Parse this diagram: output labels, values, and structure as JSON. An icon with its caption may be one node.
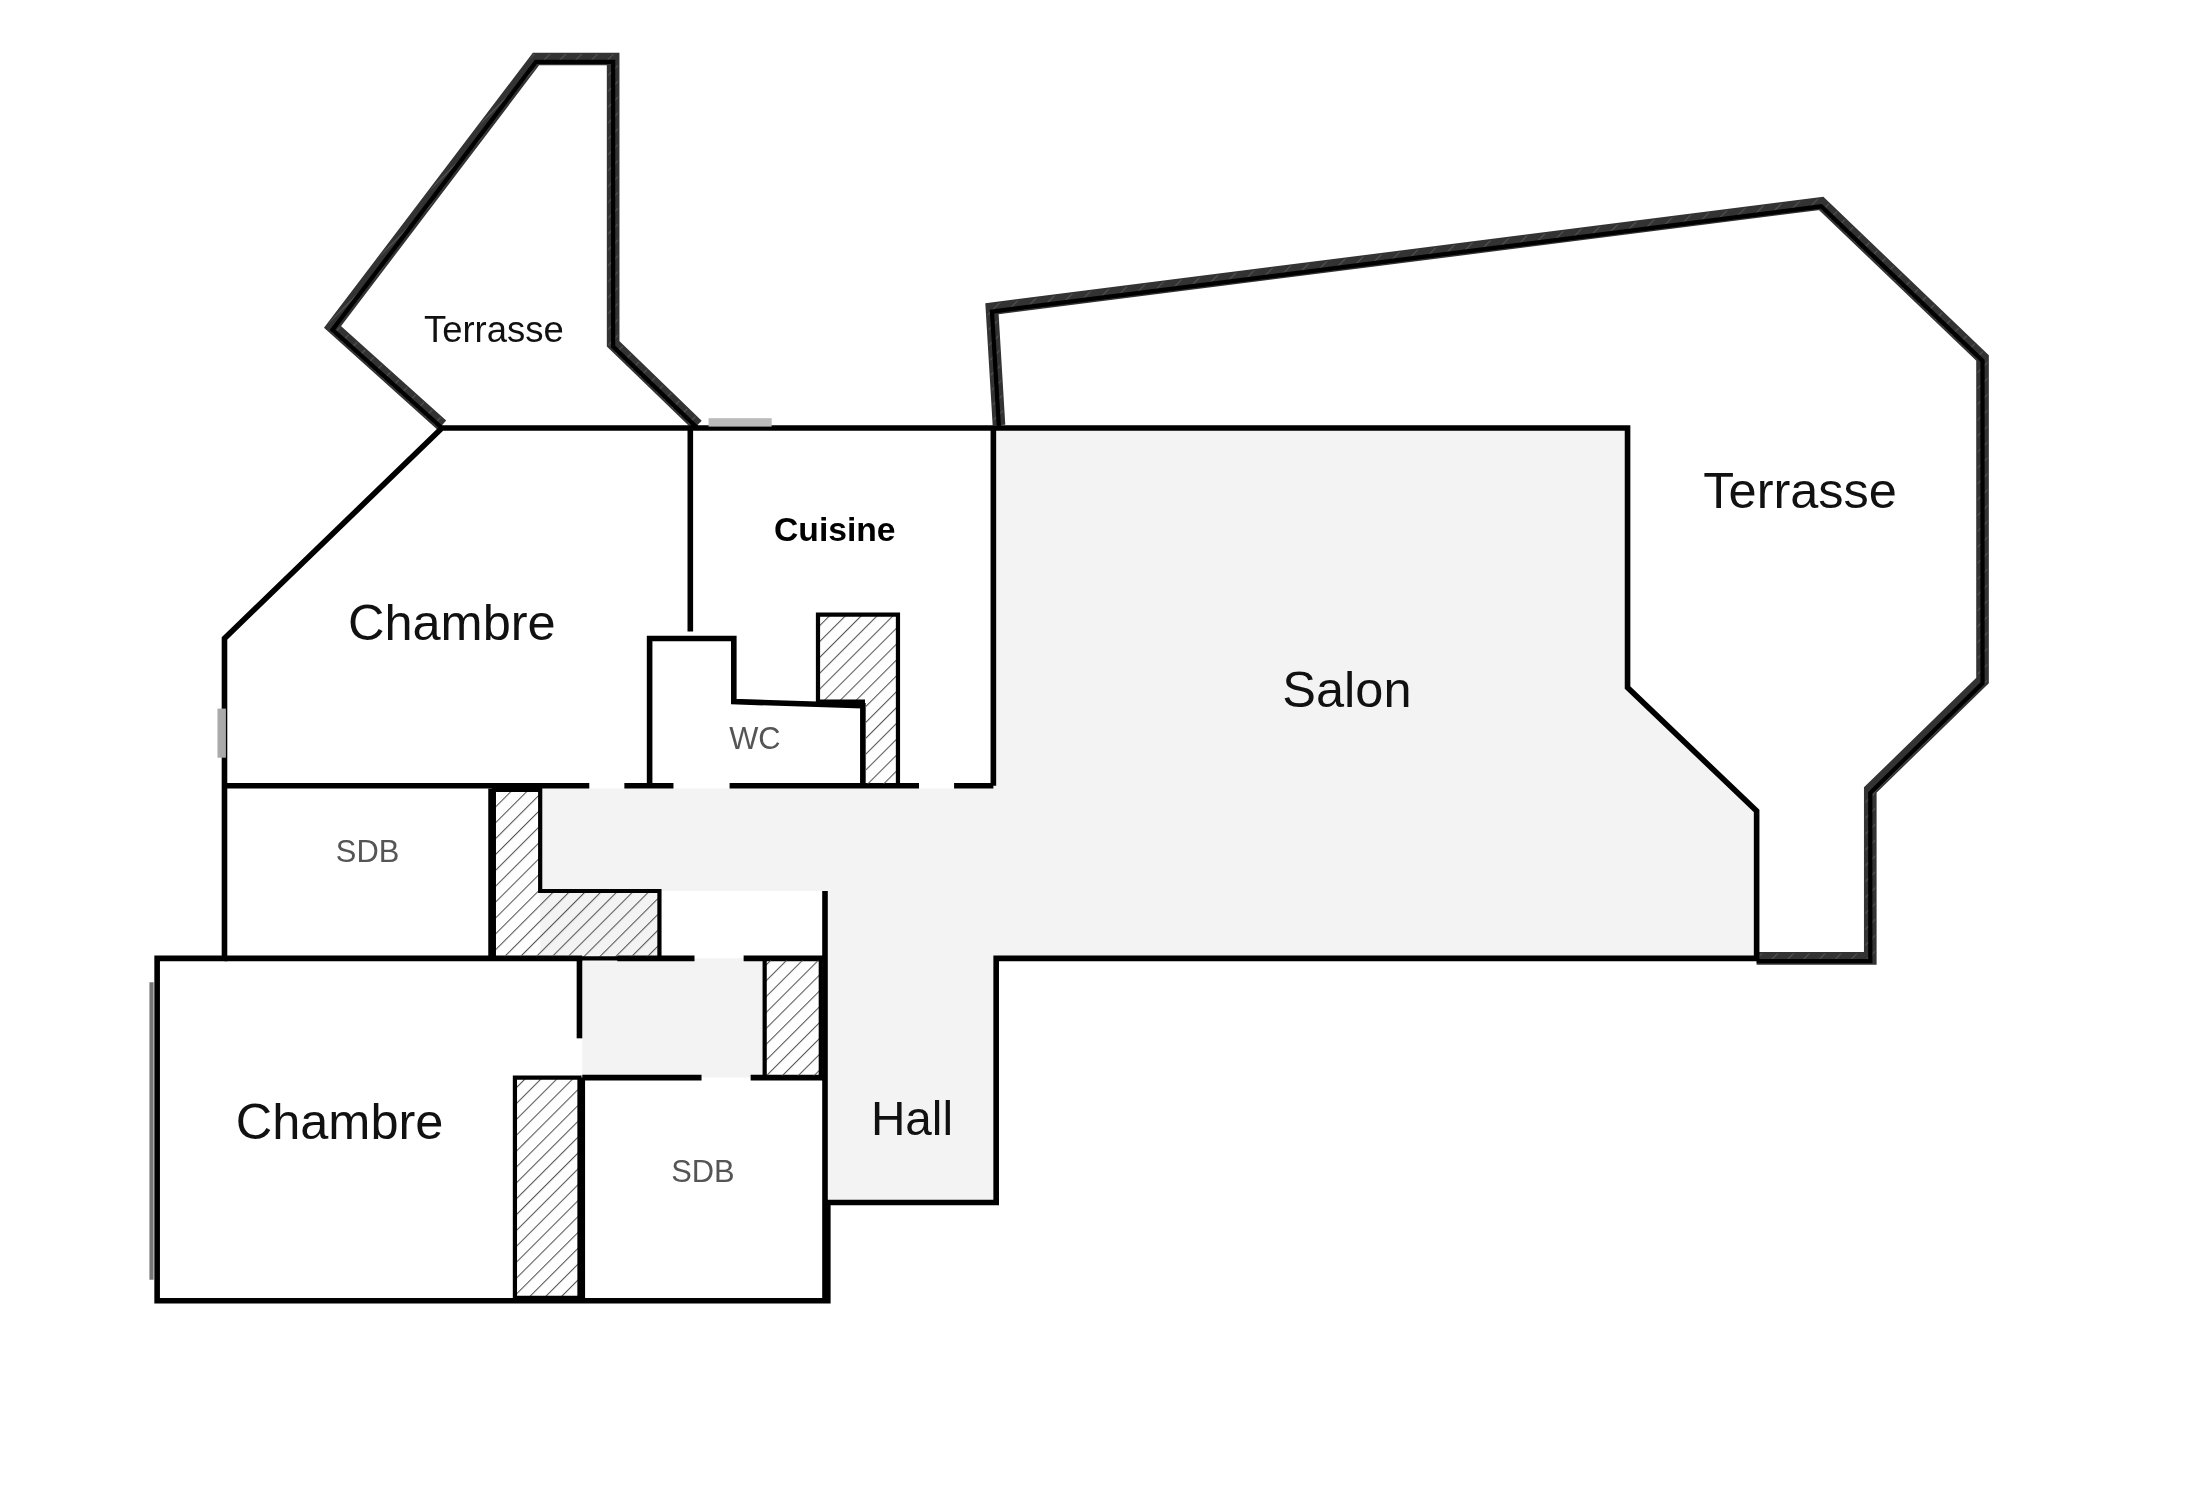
{
  "diagram": {
    "nodes": [
      {
        "text": [
          "Terrasse"
        ]
      },
      {
        "text": [
          "Terrasse"
        ]
      },
      {
        "text": [
          "Cuisine"
        ]
      },
      {
        "text": [
          "Chambre"
        ]
      },
      {
        "text": [
          "Salon"
        ]
      },
      {
        "text": [
          "WC"
        ]
      },
      {
        "text": [
          "SDB"
        ]
      },
      {
        "text": [
          "Hall"
        ]
      },
      {
        "text": [
          "Chambre"
        ]
      },
      {
        "text": [
          "SDB"
        ]
      }
    ]
  }
}
